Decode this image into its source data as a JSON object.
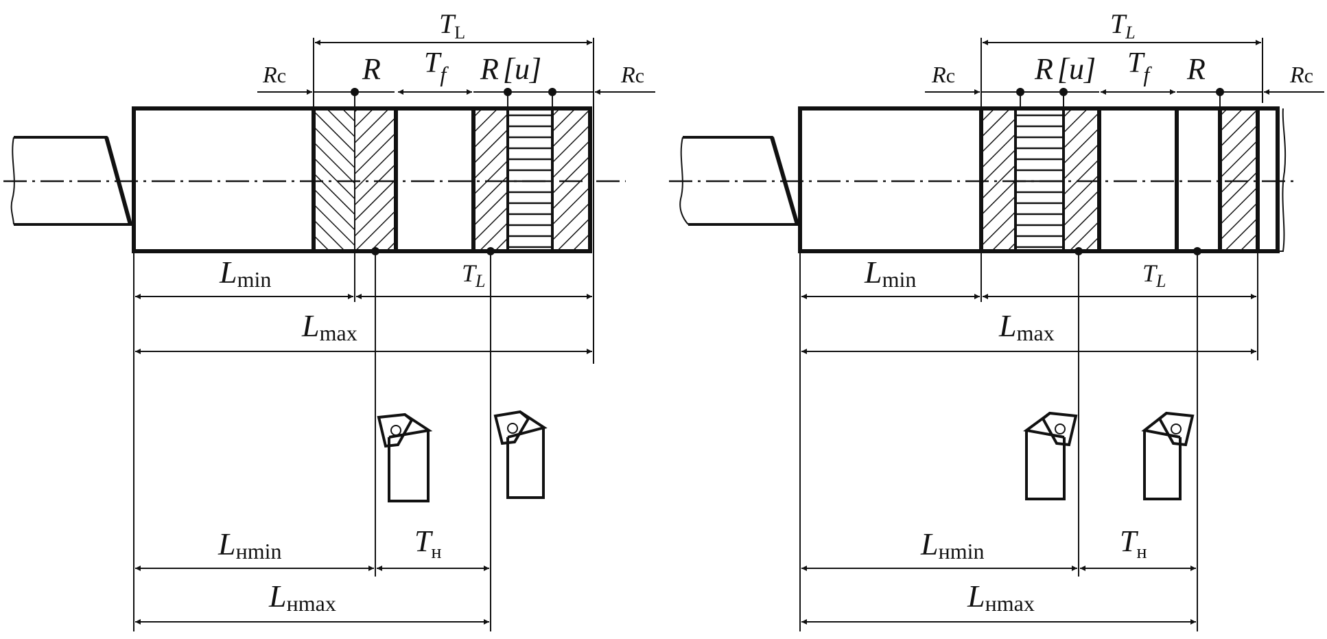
{
  "left": {
    "top_T": "T",
    "top_T_sub": "L",
    "Rc_left": "R",
    "Rc_left_sub": "c",
    "R1": "R",
    "Tf": "T",
    "Tf_sub": "f",
    "R2": "R",
    "u2": "[u]",
    "Rc_right": "R",
    "Rc_right_sub": "c",
    "Lmin": "L",
    "Lmin_sub": "min",
    "TL2": "T",
    "TL2_sub": "L",
    "Lmax": "L",
    "Lmax_sub": "max",
    "Lhmin": "L",
    "Lhmin_sub": "нmin",
    "Th": "T",
    "Th_sub": "н",
    "Lhmax": "L",
    "Lhmax_sub": "нmax"
  },
  "right": {
    "top_T": "T",
    "top_T_sub": "L",
    "Rc_left": "R",
    "Rc_left_sub": "c",
    "R1": "R",
    "u1": "[u]",
    "Tf": "T",
    "Tf_sub": "f",
    "R2": "R",
    "Rc_right": "R",
    "Rc_right_sub": "c",
    "Lmin": "L",
    "Lmin_sub": "min",
    "TL2": "T",
    "TL2_sub": "L",
    "Lmax": "L",
    "Lmax_sub": "max",
    "Lhmin": "L",
    "Lhmin_sub": "нmin",
    "Th": "T",
    "Th_sub": "н",
    "Lhmax": "L",
    "Lhmax_sub": "нmax"
  }
}
